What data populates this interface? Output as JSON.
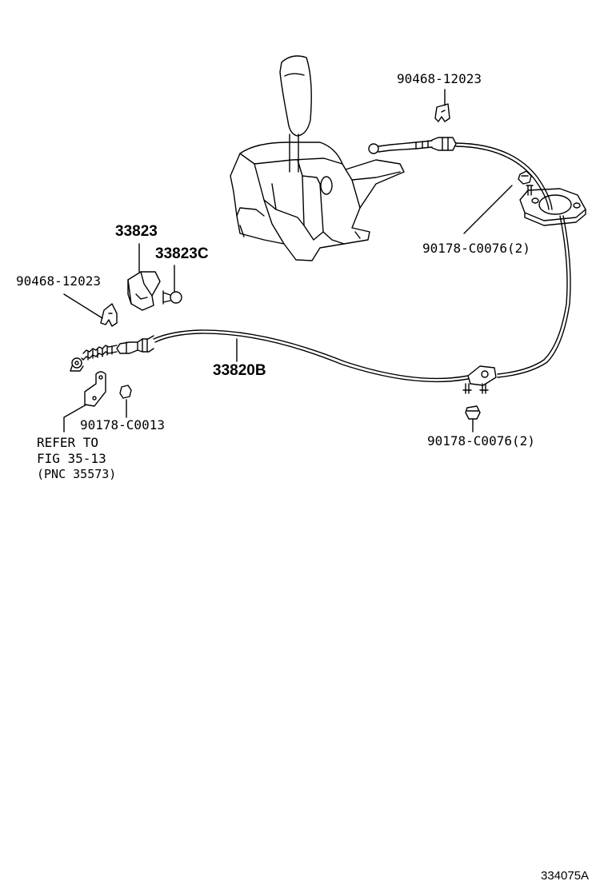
{
  "labels": {
    "clip_top": "90468-12023",
    "nut_top": "90178-C0076(2)",
    "bracket": "33823",
    "bracket_bolt": "33823C",
    "clip_left": "90468-12023",
    "cable": "33820B",
    "nut_left": "90178-C0013",
    "refer_line1": "REFER TO",
    "refer_line2": "FIG 35-13",
    "refer_line3": "(PNC 35573)",
    "nut_bottom": "90178-C0076(2)",
    "figure_id": "334075A"
  }
}
